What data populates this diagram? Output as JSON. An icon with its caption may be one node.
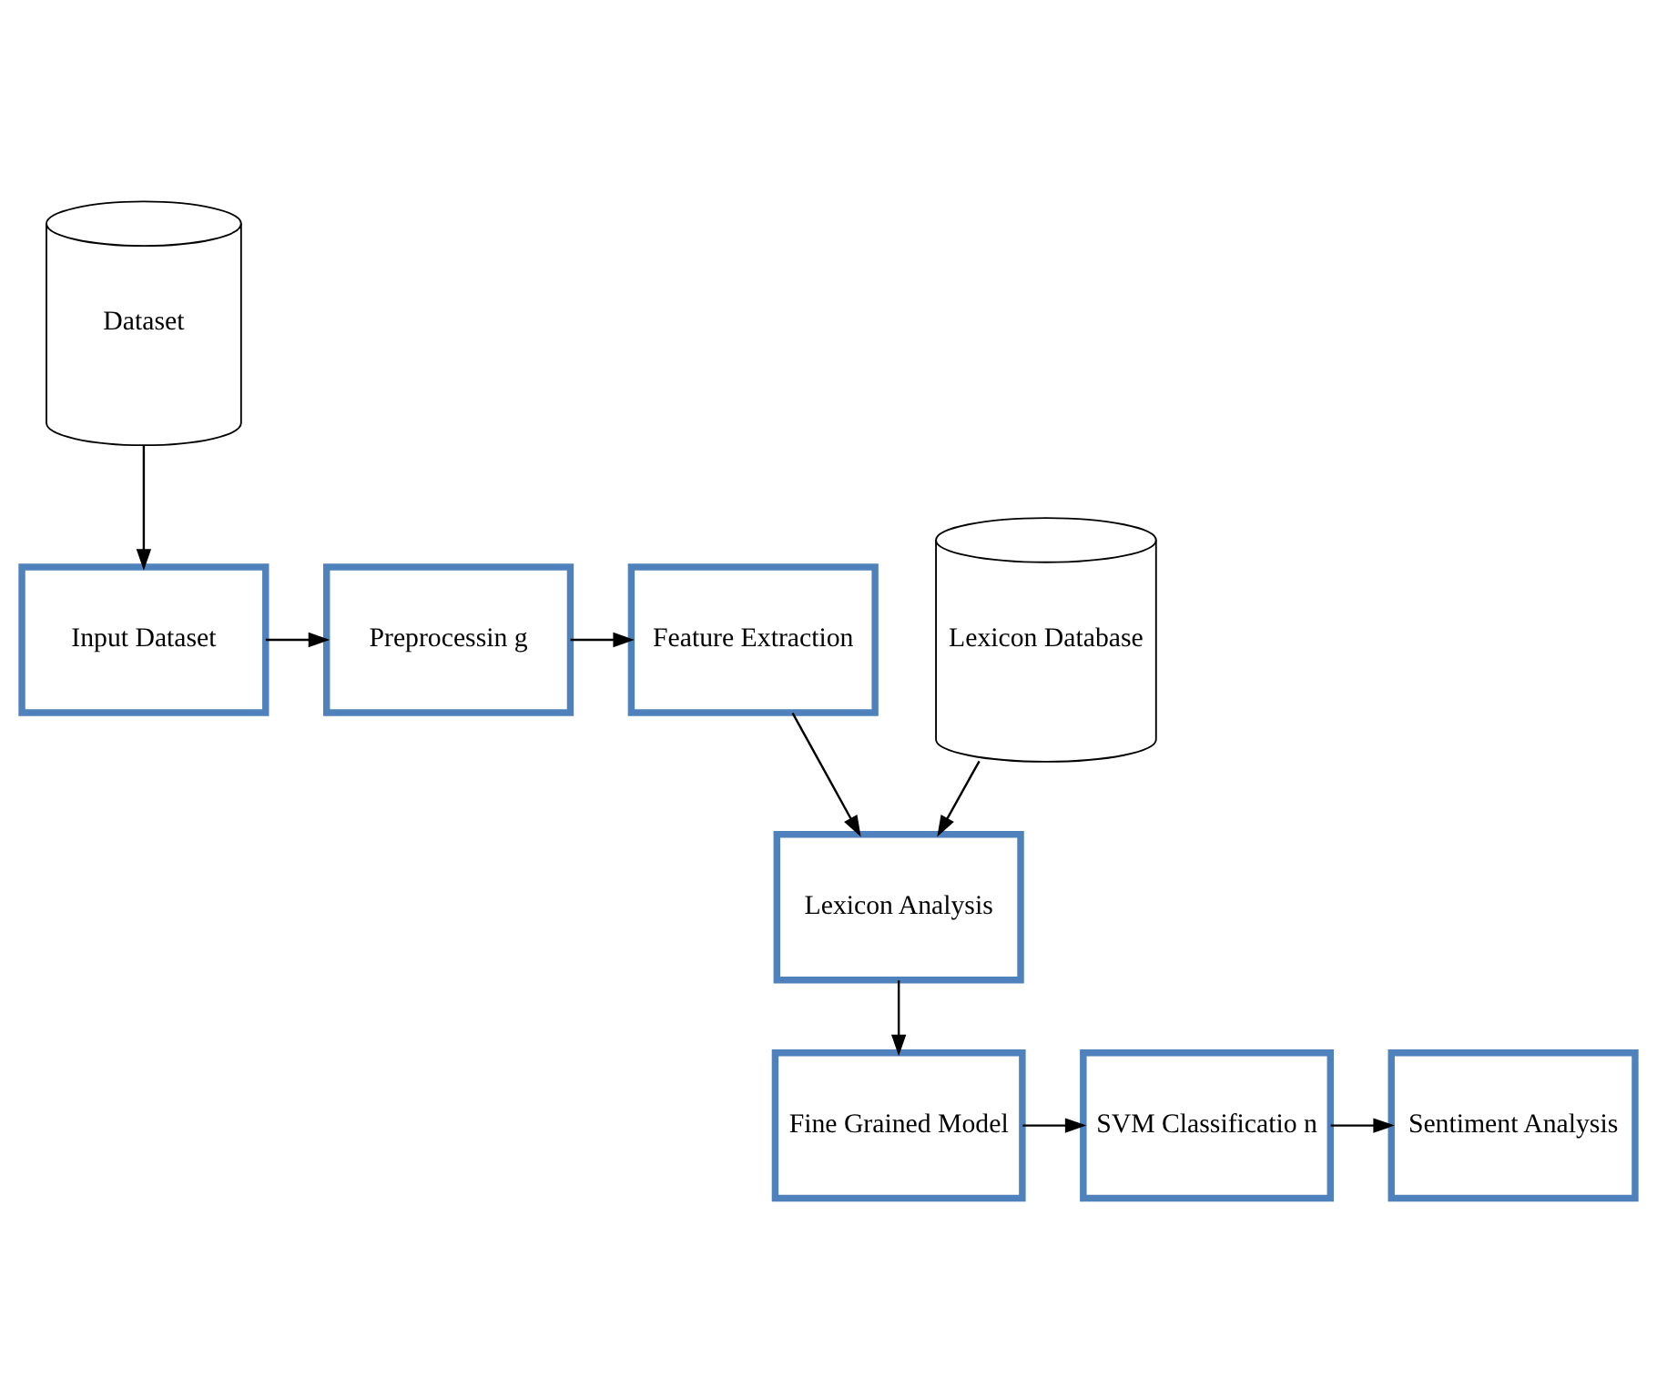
{
  "diagram": {
    "nodes": [
      {
        "text": [
          "Dataset"
        ]
      },
      {
        "text": [
          "Lexicon Database"
        ]
      },
      {
        "text": [
          "Input Dataset"
        ]
      },
      {
        "text": [
          "Preprocessin g"
        ]
      },
      {
        "text": [
          "Feature Extraction"
        ]
      },
      {
        "text": [
          "Lexicon Analysis"
        ]
      },
      {
        "text": [
          "Fine Grained Model"
        ]
      },
      {
        "text": [
          "SVM Classificatio n"
        ]
      },
      {
        "text": [
          "Sentiment Analysis"
        ]
      }
    ],
    "edges": [
      {
        "from": 0,
        "to": 2,
        "arrow": "to"
      },
      {
        "from": 2,
        "to": 3,
        "arrow": "to"
      },
      {
        "from": 3,
        "to": 4,
        "arrow": "to"
      },
      {
        "from": 4,
        "to": 5,
        "arrow": "to"
      },
      {
        "from": 1,
        "to": 5,
        "arrow": "to"
      },
      {
        "from": 5,
        "to": 6,
        "arrow": "to"
      },
      {
        "from": 6,
        "to": 7,
        "arrow": "to"
      },
      {
        "from": 7,
        "to": 8,
        "arrow": "to"
      }
    ]
  }
}
